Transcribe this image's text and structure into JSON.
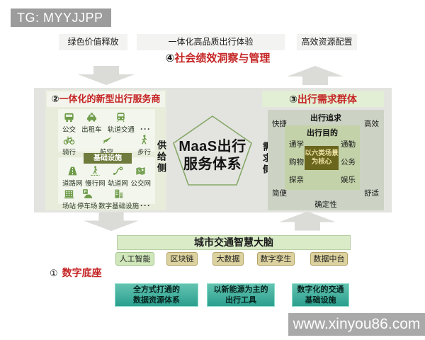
{
  "badge": {
    "text": "TG: MYYJJPP"
  },
  "watermark": {
    "text": "www.xinyou86.com"
  },
  "outcomes": {
    "left": "绿色价值释放",
    "center": "一体化高品质出行体验",
    "right": "高效资源配置",
    "step4_num": "④",
    "step4_label": "社会绩效洞察与管理"
  },
  "supply": {
    "step_num": "②",
    "title": "一体化的新型出行服务商",
    "side_label": "供给侧",
    "infra_chip": "基础设施",
    "modes": [
      {
        "icon": "bus-icon",
        "label": "公交"
      },
      {
        "icon": "taxi-icon",
        "label": "出租车"
      },
      {
        "icon": "metro-icon",
        "label": "轨道交通"
      },
      {
        "icon": "ellipsis-icon",
        "label": "···"
      },
      {
        "icon": "bicycle-icon",
        "label": "骑行"
      },
      {
        "icon": "plane-icon",
        "label": "航空"
      },
      {
        "icon": "pedestrian-icon",
        "label": "步行"
      }
    ],
    "infrastructure": [
      {
        "icon": "road-icon",
        "label": "道路网"
      },
      {
        "icon": "footpath-icon",
        "label": "慢行网"
      },
      {
        "icon": "rail-route-icon",
        "label": "轨道网"
      },
      {
        "icon": "bus-map-icon",
        "label": "公交网"
      },
      {
        "icon": "station-icon",
        "label": "场站"
      },
      {
        "icon": "parking-icon",
        "label": "停车场"
      },
      {
        "icon": "digital-buildings-icon",
        "label": "数字基础设施"
      },
      {
        "icon": "ellipsis-icon",
        "label": "···"
      }
    ]
  },
  "core": {
    "line1": "MaaS出行",
    "line2": "服务体系"
  },
  "demand": {
    "step_num": "③",
    "title": "出行需求群体",
    "side_label": "需求侧",
    "pursuit_title": "出行追求",
    "pursuits": {
      "top_left": "快捷",
      "top_right": "高效",
      "bottom_left": "简便",
      "bottom_right": "舒适",
      "bottom_center": "确定性"
    },
    "purpose_title": "出行目的",
    "purposes": {
      "left1": "通学",
      "right1": "通勤",
      "left2": "购物",
      "right2": "公务",
      "left3": "探亲",
      "right3": "娱乐"
    },
    "core_scenarios": {
      "line1": "以六类场景",
      "line2": "为核心"
    }
  },
  "digital_base": {
    "step_num": "①",
    "label": "数字底座",
    "brain_title": "城市交通智慧大脑",
    "chips": [
      {
        "label": "人工智能"
      },
      {
        "label": "区块链"
      },
      {
        "label": "大数据"
      },
      {
        "label": "数字孪生"
      },
      {
        "label": "数据中台"
      }
    ],
    "pillars": [
      {
        "line1": "全方式打通的",
        "line2": "数据资源体系"
      },
      {
        "line1": "以新能源为主的",
        "line2": "出行工具"
      },
      {
        "line1": "数字化的交通",
        "line2": "基础设施"
      }
    ]
  },
  "colors": {
    "accent_red": "#c52525",
    "icon_green": "#6f9c4a",
    "olive": "#6e7b3c",
    "teal": "#2e9e8d",
    "panel_gray": "#e3e4e0"
  }
}
